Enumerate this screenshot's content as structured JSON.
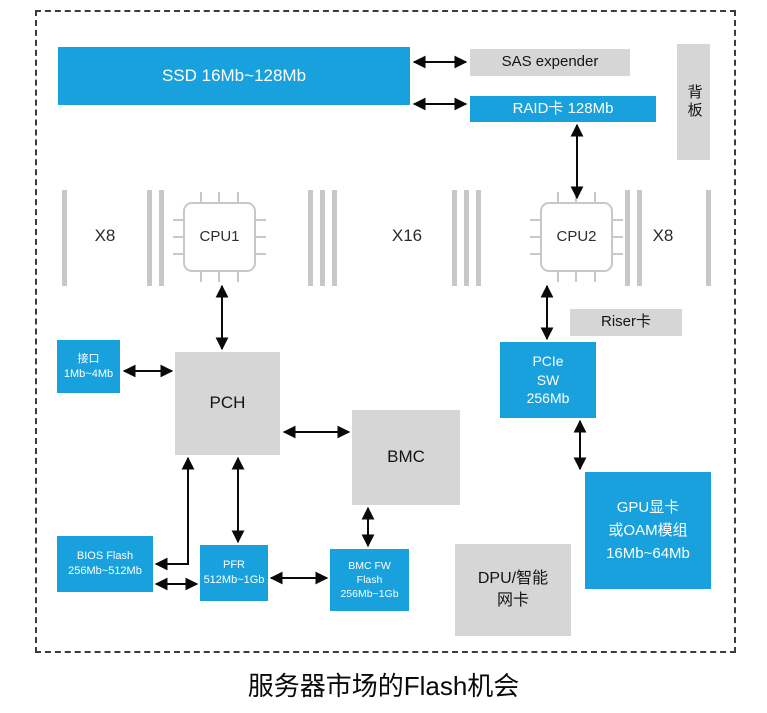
{
  "title": "服务器市场的Flash机会",
  "colors": {
    "flash_blue": "#18A1DC",
    "block_gray": "#D6D6D6"
  },
  "nodes": {
    "ssd": {
      "label": "SSD 16Mb~128Mb"
    },
    "sas_expander": {
      "label": "SAS expender"
    },
    "raid_card": {
      "label": "RAID卡 128Mb"
    },
    "backplane": {
      "label": "背板"
    },
    "slot_left": {
      "label": "X8"
    },
    "cpu1": {
      "label": "CPU1"
    },
    "slot_mid": {
      "label": "X16"
    },
    "cpu2": {
      "label": "CPU2"
    },
    "slot_right": {
      "label": "X8"
    },
    "riser": {
      "label": "Riser卡"
    },
    "interface": {
      "line1": "接口",
      "line2": "1Mb~4Mb"
    },
    "pch": {
      "label": "PCH"
    },
    "pcie_sw": {
      "line1": "PCIe",
      "line2": "SW",
      "line3": "256Mb"
    },
    "bmc": {
      "label": "BMC"
    },
    "gpu": {
      "line1": "GPU显卡",
      "line2": "或OAM模组",
      "line3": "16Mb~64Mb"
    },
    "bios_flash": {
      "line1": "BIOS Flash",
      "line2": "256Mb~512Mb"
    },
    "pfr": {
      "line1": "PFR",
      "line2": "512Mb~1Gb"
    },
    "bmc_fw_flash": {
      "line1": "BMC FW",
      "line2": "Flash",
      "line3": "256Mb~1Gb"
    },
    "dpu": {
      "line1": "DPU/智能",
      "line2": "网卡"
    }
  }
}
